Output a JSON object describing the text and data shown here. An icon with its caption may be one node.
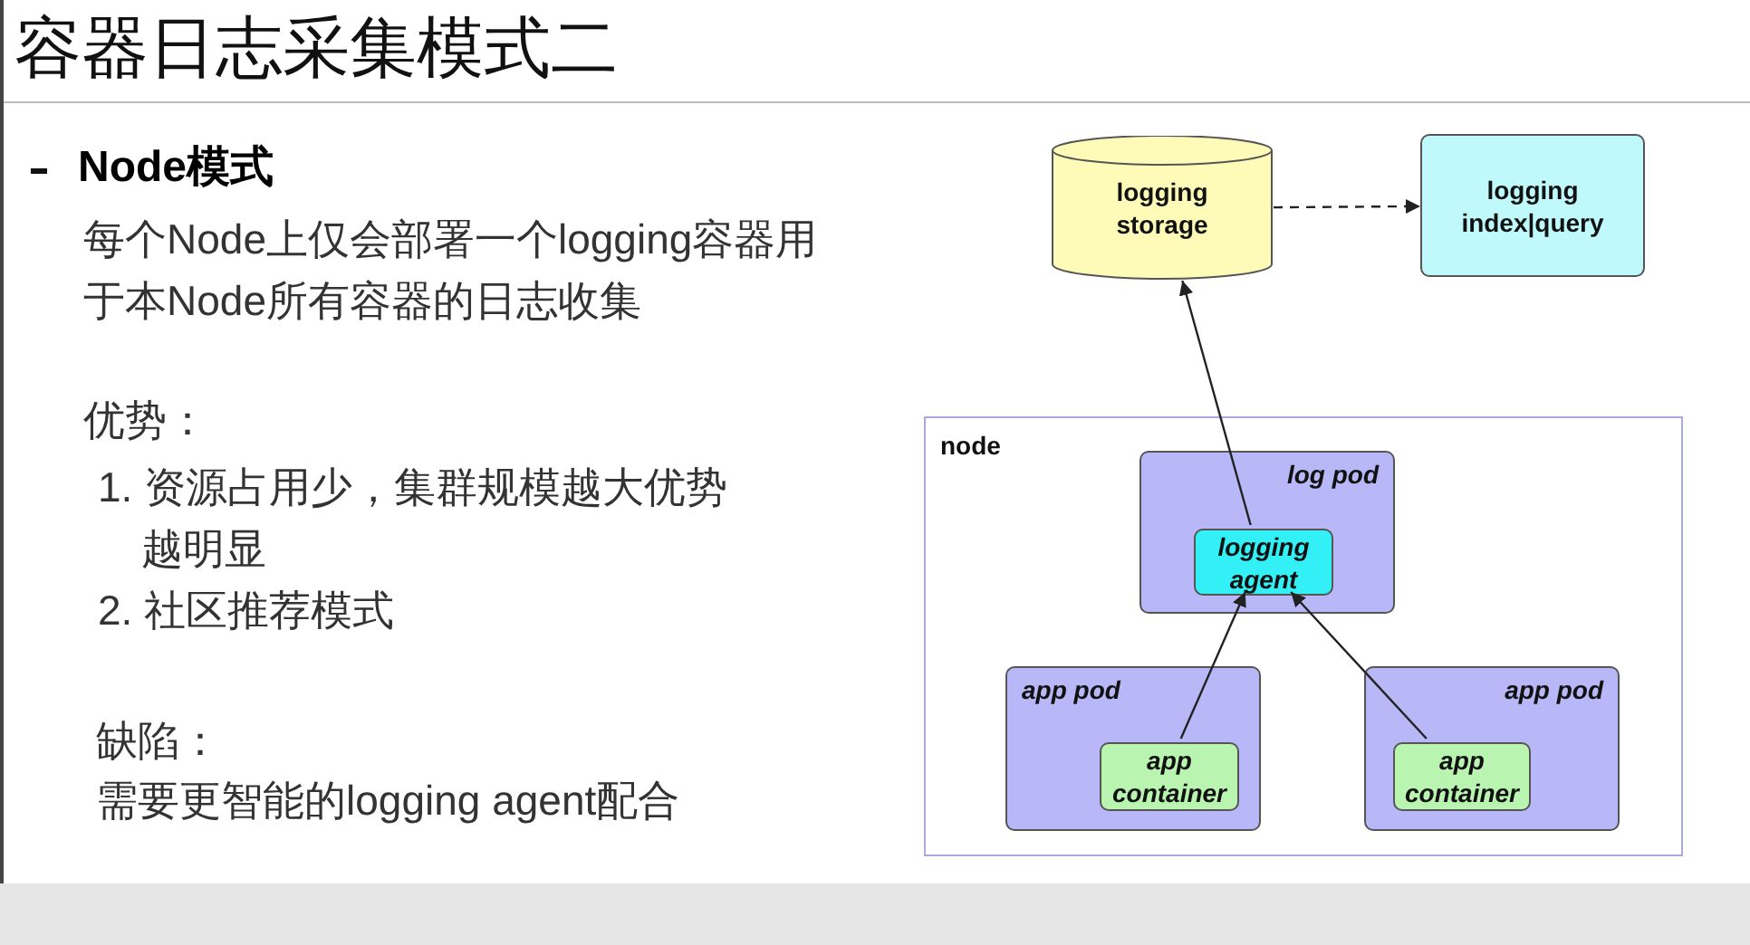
{
  "diagram": {
    "title": "容器日志采集模式二",
    "nodes": [
      {
        "text": [
          "logging storage"
        ]
      },
      {
        "text": [
          "logging index|query"
        ]
      },
      {
        "text": [
          "node"
        ]
      },
      {
        "text": [
          "log pod"
        ],
        "in": 2
      },
      {
        "text": [
          "logging agent"
        ],
        "in": 3
      },
      {
        "text": [
          "app pod"
        ],
        "in": 2
      },
      {
        "text": [
          "app container"
        ],
        "in": 5
      },
      {
        "text": [
          "app pod"
        ],
        "in": 2
      },
      {
        "text": [
          "app container"
        ],
        "in": 7
      }
    ],
    "edges": [
      {
        "from": 0,
        "to": 1,
        "arrow": "to",
        "style": "dashed"
      },
      {
        "from": 4,
        "to": 0,
        "arrow": "to"
      },
      {
        "from": 6,
        "to": 4,
        "arrow": "to"
      },
      {
        "from": 8,
        "to": 4,
        "arrow": "to"
      }
    ],
    "labels": [
      "Node模式",
      "每个Node上仅会部署一个logging容器用于本Node所有容器的日志收集",
      "优势：",
      "1. 资源占用少，集群规模越大优势越明显",
      "2. 社区推荐模式",
      "缺陷：",
      "需要更智能的logging agent配合"
    ]
  }
}
